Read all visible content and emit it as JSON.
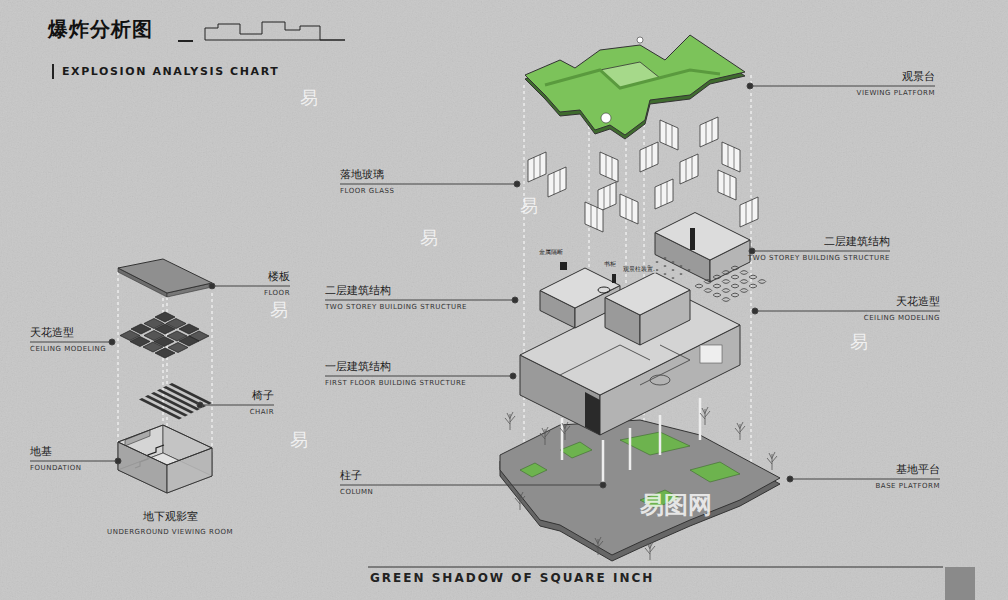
{
  "diagram": {
    "title": "爆炸分析图",
    "caption": "GREEN SHADOW OF SQUARE INCH",
    "labels": [
      "EXPLOSION ANALYSIS CHART",
      "楼板",
      "FLOOR",
      "天花造型",
      "CEILING MODELING",
      "椅子",
      "CHAIR",
      "地基",
      "FOUNDATION",
      "地下观影室",
      "UNDERGROUND VIEWING ROOM",
      "观景台",
      "VIEWING PLATFORM",
      "落地玻璃",
      "FLOOR GLASS",
      "二层建筑结构",
      "TWO STOREY BUILDING STRUCTURE",
      "天花造型",
      "CEILING MODELING",
      "二层建筑结构",
      "TWO STOREY BUILDING STRUCTURE",
      "一层建筑结构",
      "FIRST FLOOR BUILDING STRUCTURE",
      "柱子",
      "COLUMN",
      "基地平台",
      "BASE PLATFORM",
      "金属隔断",
      "书柜",
      "观景柱装置.",
      "易",
      "易",
      "易",
      "易",
      "易",
      "易",
      "易图网"
    ]
  }
}
